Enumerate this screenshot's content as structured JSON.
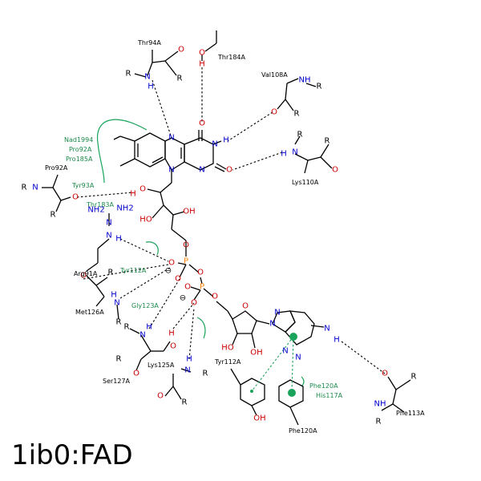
{
  "title": "1ib0:FAD",
  "colors": {
    "hbond": "#000000",
    "hydrophobic": "#1aa35a",
    "nitrogen": "#0000cc",
    "oxygen": "#cc0000",
    "phosphorus": "#ff8000",
    "carbon": "#000000"
  },
  "residues_bonded": {
    "thr94": "Thr94A",
    "thr184": "Thr184A",
    "val108": "Val108A",
    "lys110": "Lys110A",
    "pro92": "Pro92A",
    "arg91": "Arg91A",
    "met126": "Met126A",
    "lys125": "Lys125A",
    "ser127": "Ser127A",
    "tyr112": "Tyr112A",
    "phe120": "Phe120A",
    "phe113": "Phe113A"
  },
  "residues_hydrophobic": {
    "nad1994": "Nad1994",
    "pro92": "Pro92A",
    "pro185": "Pro185A",
    "tyr93": "Tyr93A",
    "thr183": "Thr183A",
    "tyr112": "Tyr112A",
    "gly123": "Gly123A",
    "phe120": "Phe120A",
    "his117": "His117A"
  },
  "atoms": {
    "N": "N",
    "O": "O",
    "H": "H",
    "P": "P",
    "R": "R",
    "HO": "HO",
    "OH": "OH",
    "NH": "NH",
    "NH2": "NH2",
    "minus": "⊖"
  }
}
